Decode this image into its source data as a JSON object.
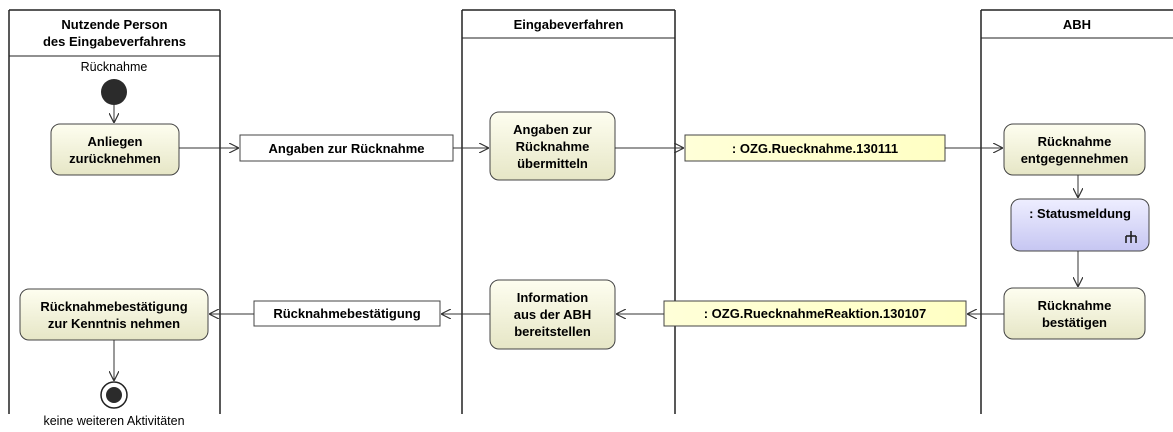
{
  "lanes": [
    {
      "id": "person",
      "title_line1": "Nutzende Person",
      "title_line2": "des Eingabeverfahrens"
    },
    {
      "id": "verfahren",
      "title_line1": "Eingabeverfahren",
      "title_line2": ""
    },
    {
      "id": "abh",
      "title_line1": "ABH",
      "title_line2": ""
    }
  ],
  "start_label": "Rücknahme",
  "end_label": "keine weiteren Aktivitäten",
  "actions": {
    "anliegen": {
      "line1": "Anliegen",
      "line2": "zurücknehmen"
    },
    "angaben_uebermitteln": {
      "line1": "Angaben zur",
      "line2": "Rücknahme",
      "line3": "übermitteln"
    },
    "entgegennehmen": {
      "line1": "Rücknahme",
      "line2": "entgegennehmen"
    },
    "statusmeldung": {
      "label": ": Statusmeldung"
    },
    "bestaetigen": {
      "line1": "Rücknahme",
      "line2": "bestätigen"
    },
    "information": {
      "line1": "Information",
      "line2": "aus der ABH",
      "line3": "bereitstellen"
    },
    "kenntnis": {
      "line1": "Rücknahmebestätigung",
      "line2": "zur Kenntnis nehmen"
    }
  },
  "objects": {
    "angaben": "Angaben zur Rücknahme",
    "ozg_ruecknahme": ": OZG.Ruecknahme.130111",
    "ozg_reaktion": ": OZG.RuecknahmeReaktion.130107",
    "bestaetigung": "Rücknahmebestätigung"
  },
  "colors": {
    "action_fill_top": "#fefef0",
    "action_fill_bottom": "#e8e8c8",
    "sub_activity_fill_top": "#eeeeff",
    "sub_activity_fill_bottom": "#c8c8f4",
    "object_fill": "#ffffcc",
    "lines": "#333333"
  },
  "icons": {
    "sub_activity": "rake-icon"
  }
}
